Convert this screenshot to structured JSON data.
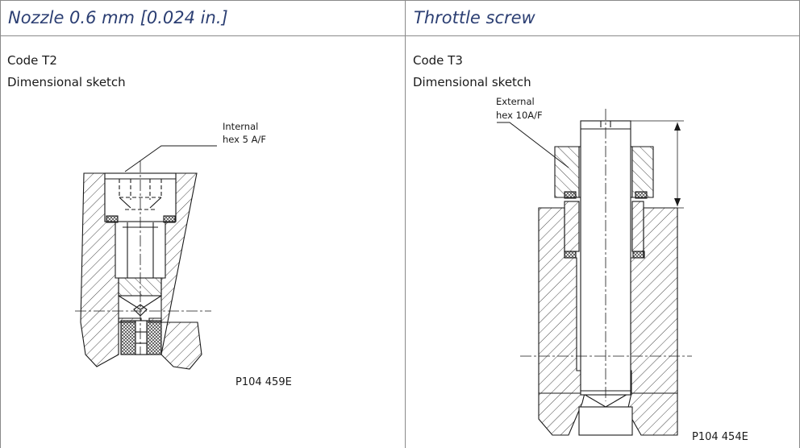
{
  "left": {
    "header": "Nozzle 0.6 mm [0.024 in.]",
    "code": "Code T2",
    "subtitle": "Dimensional sketch",
    "callout_line1": "Internal",
    "callout_line2": "hex 5 A/F",
    "ref": "P104 459E"
  },
  "right": {
    "header": "Throttle screw",
    "code": "Code T3",
    "subtitle": "Dimensional sketch",
    "callout_line1": "External",
    "callout_line2": "hex 10A/F",
    "ref": "P104 454E"
  }
}
